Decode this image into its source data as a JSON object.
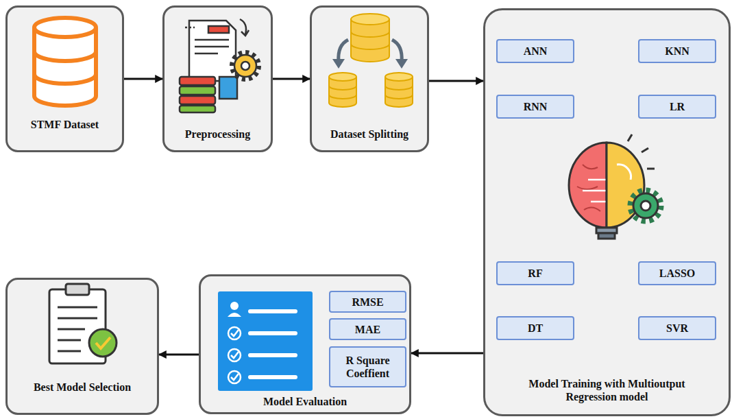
{
  "diagram": {
    "nodes": [
      {
        "text": [
          "STMF Dataset"
        ]
      },
      {
        "text": [
          "Preprocessing"
        ]
      },
      {
        "text": [
          "Dataset Splitting"
        ]
      },
      {
        "text": [
          "Model Training with Multioutput Regression model"
        ]
      },
      {
        "text": [
          "ANN"
        ],
        "in": 3
      },
      {
        "text": [
          "KNN"
        ],
        "in": 3
      },
      {
        "text": [
          "RNN"
        ],
        "in": 3
      },
      {
        "text": [
          "LR"
        ],
        "in": 3
      },
      {
        "text": [
          "RF"
        ],
        "in": 3
      },
      {
        "text": [
          "LASSO"
        ],
        "in": 3
      },
      {
        "text": [
          "DT"
        ],
        "in": 3
      },
      {
        "text": [
          "SVR"
        ],
        "in": 3
      },
      {
        "text": [
          "Model Evaluation"
        ]
      },
      {
        "text": [
          "RMSE"
        ],
        "in": 12
      },
      {
        "text": [
          "MAE"
        ],
        "in": 12
      },
      {
        "text": [
          "R Square Coeffient"
        ],
        "in": 12
      },
      {
        "text": [
          "Best Model Selection"
        ]
      }
    ],
    "edges": [
      {
        "from": 0,
        "to": 1,
        "arrow": "to"
      },
      {
        "from": 1,
        "to": 2,
        "arrow": "to"
      },
      {
        "from": 2,
        "to": 3,
        "arrow": "to"
      },
      {
        "from": 3,
        "to": 12,
        "arrow": "to"
      },
      {
        "from": 12,
        "to": 16,
        "arrow": "to"
      }
    ]
  }
}
